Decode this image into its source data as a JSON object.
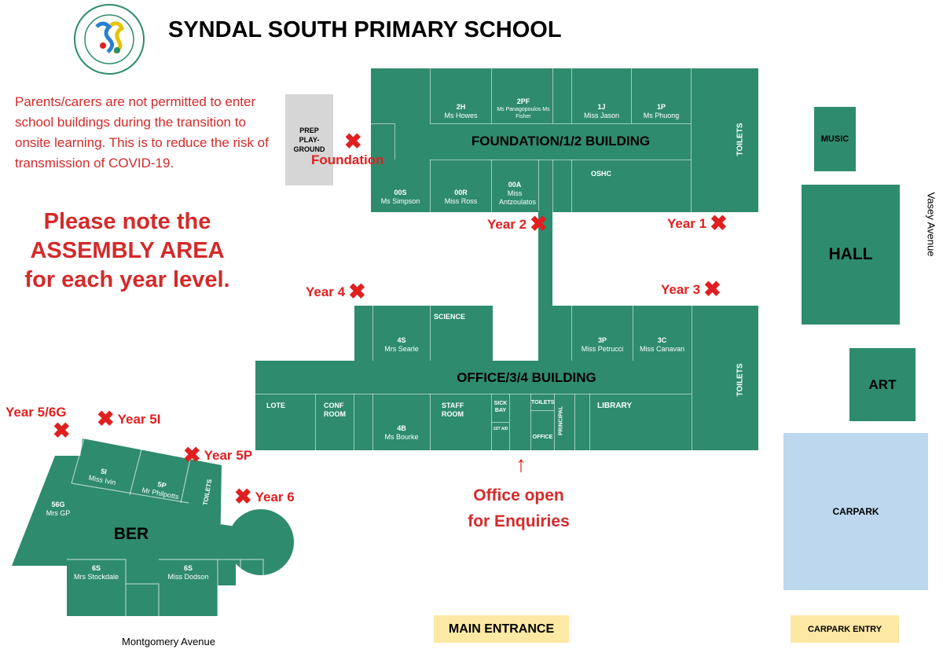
{
  "header": {
    "title": "SYNDAL SOUTH PRIMARY SCHOOL"
  },
  "notice": {
    "text": "Parents/carers are not permitted to enter school buildings during the transition to onsite learning.  This is to reduce the risk of transmission of COVID-19."
  },
  "assembly_note": {
    "line1": "Please note the",
    "line2": "ASSEMBLY AREA",
    "line3": "for each year level."
  },
  "buildings": {
    "foundation": "FOUNDATION/1/2 BUILDING",
    "office": "OFFICE/3/4 BUILDING",
    "hall": "HALL",
    "art": "ART",
    "music": "MUSIC",
    "carpark": "CARPARK",
    "ber": "BER",
    "prep_playground": "PREP PLAY-GROUND",
    "toilets": "TOILETS"
  },
  "rooms": {
    "r2H": {
      "code": "2H",
      "teacher": "Ms Howes"
    },
    "r2PF": {
      "code": "2PF",
      "teacher": "Ms Panagopoulos Ms Fisher"
    },
    "r1J": {
      "code": "1J",
      "teacher": "Miss Jason"
    },
    "r1P": {
      "code": "1P",
      "teacher": "Ms Phuong"
    },
    "r00S": {
      "code": "00S",
      "teacher": "Ms Simpson"
    },
    "r00R": {
      "code": "00R",
      "teacher": "Miss Ross"
    },
    "r00A": {
      "code": "00A",
      "teacher": "Miss Antzoulatos"
    },
    "oshc": "OSHC",
    "r4S": {
      "code": "4S",
      "teacher": "Mrs Searle"
    },
    "science": "SCIENCE",
    "r3P": {
      "code": "3P",
      "teacher": "Miss Petrucci"
    },
    "r3C": {
      "code": "3C",
      "teacher": "Miss Canavan"
    },
    "lote": "LOTE",
    "conf": "CONF ROOM",
    "r4B": {
      "code": "4B",
      "teacher": "Ms Bourke"
    },
    "staff": "STAFF ROOM",
    "sickbay": "SICK BAY",
    "firstaid": "1ST AID",
    "toilets_small": "TOILETS",
    "office": "OFFICE",
    "principal": "PRINCIPAL",
    "library": "LIBRARY",
    "r5I": {
      "code": "5I",
      "teacher": "Miss Ivin"
    },
    "r5P": {
      "code": "5P",
      "teacher": "Mr Philpotts"
    },
    "r56G": {
      "code": "56G",
      "teacher": "Mrs GP"
    },
    "r6S_a": {
      "code": "6S",
      "teacher": "Mrs Stockdale"
    },
    "r6S_b": {
      "code": "6S",
      "teacher": "Miss Dodson"
    }
  },
  "assembly_points": {
    "foundation": "Foundation",
    "year1": "Year 1",
    "year2": "Year 2",
    "year3": "Year 3",
    "year4": "Year 4",
    "year5_6g": "Year 5/6G",
    "year5i": "Year 5I",
    "year5p": "Year 5P",
    "year6": "Year 6"
  },
  "marker_glyph": "✖",
  "office_note": {
    "arrow": "↑",
    "line1": "Office open",
    "line2": "for Enquiries"
  },
  "streets": {
    "vasey": "Vasey Avenue",
    "montgomery": "Montgomery Avenue"
  },
  "entrances": {
    "main": "MAIN  ENTRANCE",
    "carpark": "CARPARK ENTRY"
  },
  "colors": {
    "building": "#2e8b6e",
    "marker": "#e02020",
    "carpark": "#bdd7ee",
    "entry_tag": "#fde8a4",
    "playground": "#d6d6d6"
  }
}
